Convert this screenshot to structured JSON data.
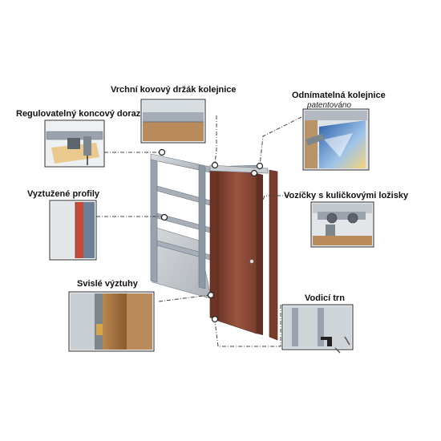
{
  "labels": {
    "top_rail_holder": "Vrchní kovový držák kolejnice",
    "removable_rail": "Odnímatelná kolejnice",
    "removable_rail_note": "patentováno",
    "adjustable_stop": "Regulovatelný koncový doraz",
    "reinforced_profiles": "Vyztužené profily",
    "ball_bearing_carriages": "Vozíčky s kuličkovými ložisky",
    "vertical_reinforcements": "Svislé výztuhy",
    "guide_pin": "Vodicí trn"
  },
  "colors": {
    "door": "#8a4a36",
    "door_edge": "#5e2f22",
    "frame_metal": "#9aa3ad",
    "wall_panel": "#c6cbd0",
    "dash_line": "#444444",
    "inset_border": "#333333"
  }
}
